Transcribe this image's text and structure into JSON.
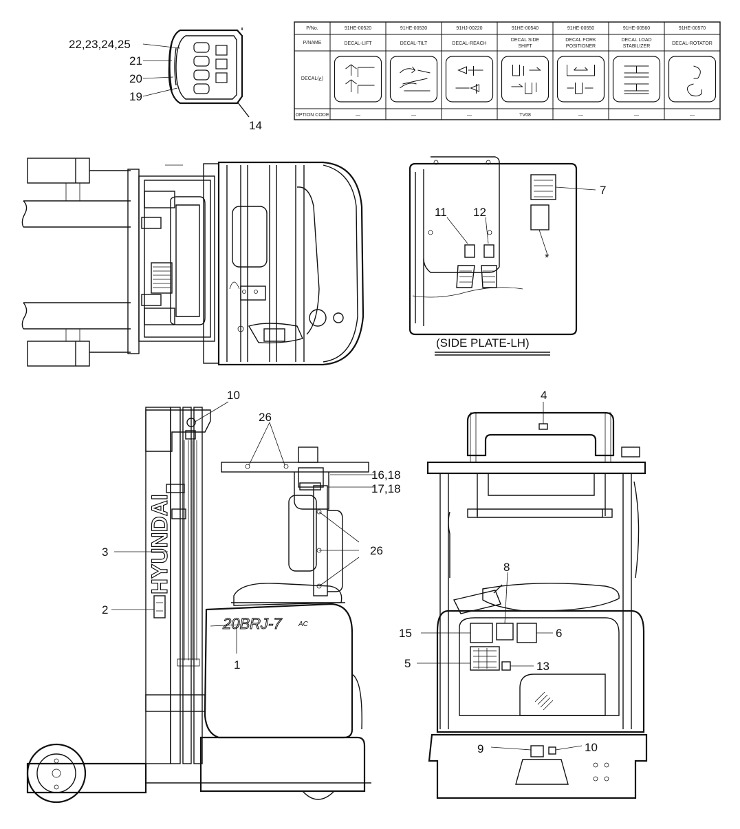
{
  "table": {
    "row_labels": {
      "pno": "P/No.",
      "pname": "P/NAME",
      "decal": "DECAL(ع)",
      "option": "OPTION CODE"
    },
    "columns": [
      {
        "pno": "91HE-00520",
        "pname": "DECAL-LIFT",
        "option": "—",
        "icon": "lift-decal-icon"
      },
      {
        "pno": "91HE-00530",
        "pname": "DECAL-TILT",
        "option": "—",
        "icon": "tilt-decal-icon"
      },
      {
        "pno": "91HJ-00220",
        "pname": "DECAL-REACH",
        "option": "—",
        "icon": "reach-decal-icon"
      },
      {
        "pno": "91HE-00540",
        "pname": "DECAL SIDE SHIFT",
        "option": "TV08",
        "icon": "side-shift-decal-icon"
      },
      {
        "pno": "91HE-00550",
        "pname": "DECAL FORK POSITIONER",
        "option": "—",
        "icon": "fork-positioner-decal-icon"
      },
      {
        "pno": "91HE-00560",
        "pname": "DECAL LOAD STABILIZER",
        "option": "—",
        "icon": "load-stabilizer-decal-icon"
      },
      {
        "pno": "91HE-00570",
        "pname": "DECAL-ROTATOR",
        "option": "—",
        "icon": "rotator-decal-icon"
      }
    ]
  },
  "callouts": {
    "c22": "22,23,24,25",
    "c21": "21",
    "c20": "20",
    "c19": "19",
    "c14": "14",
    "c7": "7",
    "c11": "11",
    "c12": "12",
    "star": "*",
    "c10a": "10",
    "c26a": "26",
    "c16": "16,18",
    "c17": "17,18",
    "c26b": "26",
    "c3": "3",
    "c2": "2",
    "c1": "1",
    "c4": "4",
    "c8": "8",
    "c15": "15",
    "c6": "6",
    "c5": "5",
    "c13": "13",
    "c9": "9",
    "c10b": "10"
  },
  "side_plate_title": "(SIDE PLATE-LH)",
  "brand_text": "HYUNDAI",
  "model_text": "20BRJ-7",
  "model_suffix": "AC",
  "colors": {
    "line": "#111111",
    "background": "#ffffff"
  }
}
